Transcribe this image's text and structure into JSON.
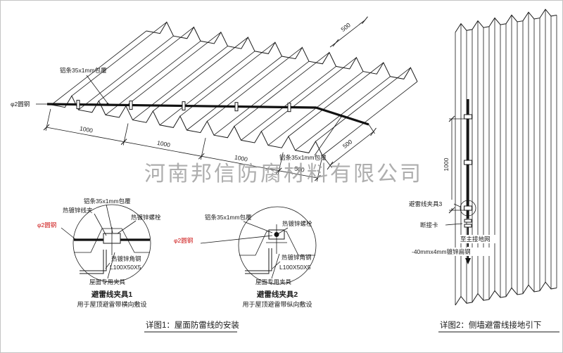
{
  "watermark": "河南邦信防腐材料有限公司",
  "roof": {
    "label_al_strip": "铝条35x1mm包覆",
    "label_round_steel": "φ2圆钢",
    "dim_1000": "1000",
    "dim_500": "500"
  },
  "detail1": {
    "label_al_strip": "铝条35x1mm包覆",
    "label_wire_clamp": "热镀锌线夹",
    "label_bolt": "热镀锌螺栓",
    "label_round_steel": "φ2圆钢",
    "label_angle_steel": "热镀锌角钢",
    "label_angle_size": "L100X50X5",
    "label_roof_clamp": "屋面专用夹具",
    "title": "避雷线夹具1",
    "subtitle": "用于屋顶避雷带横向敷设"
  },
  "detail2": {
    "label_al_strip": "铝条35x1mm包覆",
    "label_bolt": "热镀锌螺栓",
    "label_round_steel": "φ2圆钢",
    "label_angle_steel": "热镀锌角钢",
    "label_angle_size": "L100X50X5",
    "label_roof_clamp": "屋面专用夹具",
    "title": "避雷线夹具2",
    "subtitle": "用于屋顶避雷带纵向敷设"
  },
  "wall": {
    "label_clamp3": "避雷线夹具3",
    "label_disconnect": "断接卡",
    "label_to_ground": "至主接地网",
    "label_flat_steel": "-40mmx4mm镀锌扁钢",
    "dim_1000": "1000"
  },
  "captions": {
    "detail1": "详图1：屋面防雷线的安装",
    "detail2": "详图2：侧墙避雷线接地引下"
  },
  "colors": {
    "line": "#1a1a1a",
    "red_label": "#cc1111",
    "watermark": "#9a9a9a"
  }
}
